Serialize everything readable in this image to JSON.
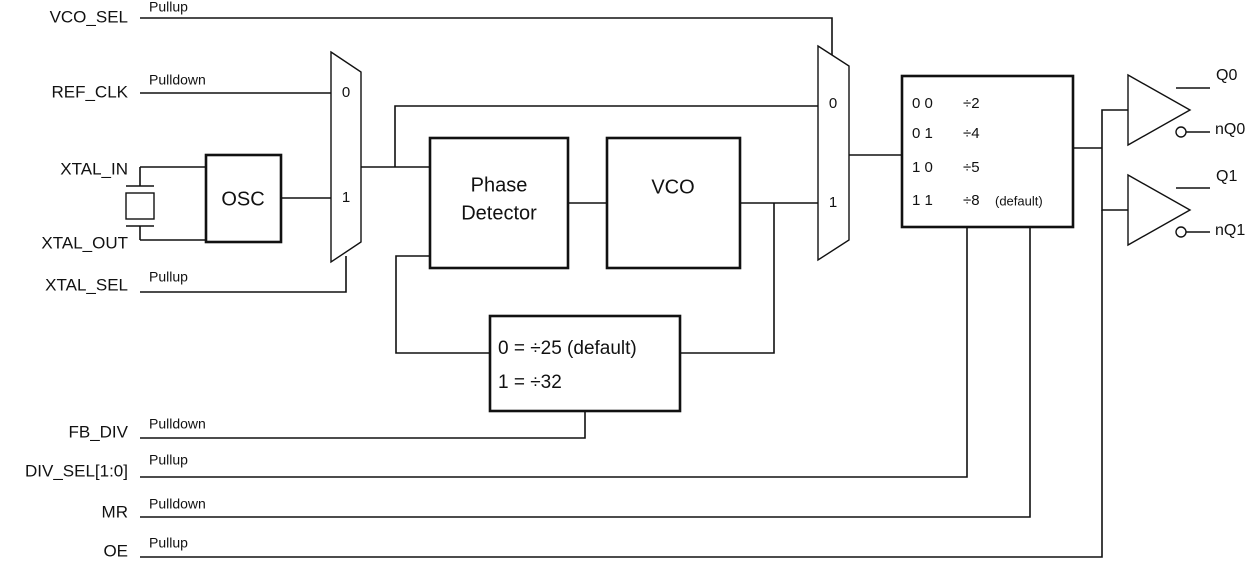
{
  "inputs": {
    "vco_sel": {
      "name": "VCO_SEL",
      "resistor": "Pullup"
    },
    "ref_clk": {
      "name": "REF_CLK",
      "resistor": "Pulldown"
    },
    "xtal_in": {
      "name": "XTAL_IN"
    },
    "xtal_out": {
      "name": "XTAL_OUT"
    },
    "xtal_sel": {
      "name": "XTAL_SEL",
      "resistor": "Pullup"
    },
    "fb_div": {
      "name": "FB_DIV",
      "resistor": "Pulldown"
    },
    "div_sel": {
      "name": "DIV_SEL[1:0]",
      "resistor": "Pullup"
    },
    "mr": {
      "name": "MR",
      "resistor": "Pulldown"
    },
    "oe": {
      "name": "OE",
      "resistor": "Pullup"
    }
  },
  "blocks": {
    "osc": "OSC",
    "phase_detector": [
      "Phase",
      "Detector"
    ],
    "vco": "VCO",
    "feedback_divider": [
      "0 = ÷25 (default)",
      "1 = ÷32"
    ],
    "output_divider": [
      {
        "code": "0 0",
        "ratio": "÷2"
      },
      {
        "code": "0 1",
        "ratio": "÷4"
      },
      {
        "code": "1 0",
        "ratio": "÷5"
      },
      {
        "code": "1 1",
        "ratio": "÷8",
        "note": "(default)"
      }
    ]
  },
  "mux_labels": {
    "input_mux": [
      "0",
      "1"
    ],
    "vco_mux": [
      "0",
      "1"
    ]
  },
  "outputs": [
    "Q0",
    "nQ0",
    "Q1",
    "nQ1"
  ]
}
